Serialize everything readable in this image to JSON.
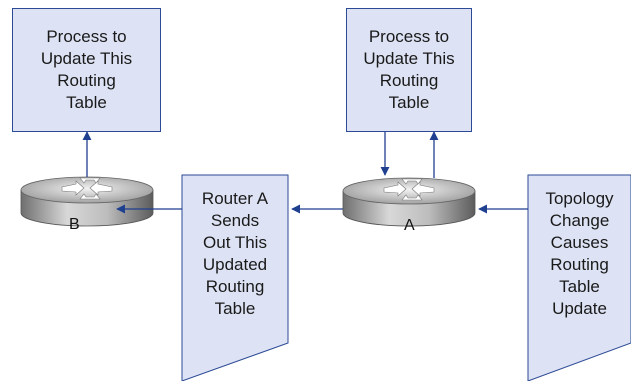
{
  "process_box_left": {
    "lines": [
      "Process to",
      "Update This",
      "Routing",
      "Table"
    ]
  },
  "process_box_right": {
    "lines": [
      "Process to",
      "Update This",
      "Routing",
      "Table"
    ]
  },
  "router_b": {
    "label": "B"
  },
  "router_a": {
    "label": "A"
  },
  "send_box": {
    "lines": [
      "Router A",
      "Sends",
      "Out This",
      "Updated",
      "Routing",
      "Table"
    ]
  },
  "topology_box": {
    "lines": [
      "Topology",
      "Change",
      "Causes",
      "Routing",
      "Table",
      "Update"
    ]
  },
  "colors": {
    "box_fill": "#dde3f4",
    "box_stroke": "#2c4a96",
    "arrow": "#1f3f8f"
  }
}
